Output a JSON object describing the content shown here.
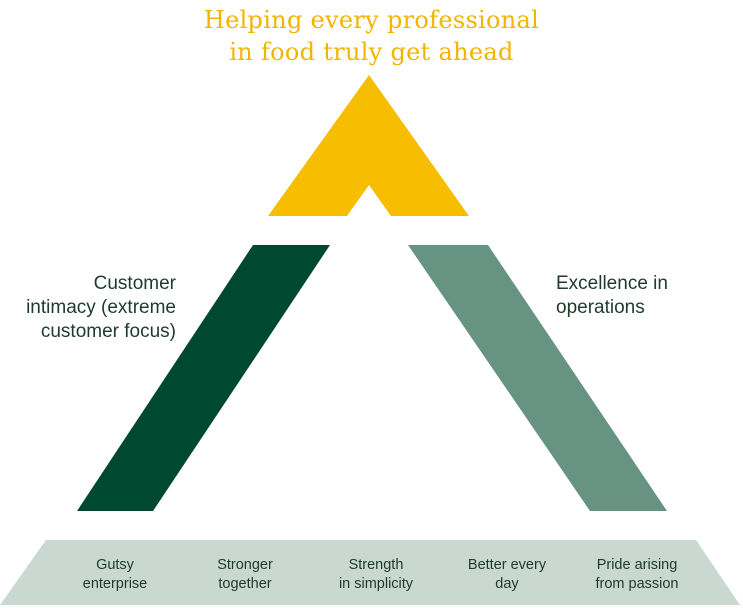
{
  "title": {
    "line1": "Helping every professional",
    "line2": "in food truly get ahead"
  },
  "pillars": {
    "left": {
      "line1": "Customer",
      "line2": "intimacy (extreme",
      "line3": "customer focus)"
    },
    "right": {
      "line1": "Excellence in",
      "line2": "operations"
    }
  },
  "values": [
    {
      "line1": "Gutsy",
      "line2": "enterprise"
    },
    {
      "line1": "Stronger",
      "line2": "together"
    },
    {
      "line1": "Strength",
      "line2": "in simplicity"
    },
    {
      "line1": "Better every",
      "line2": "day"
    },
    {
      "line1": "Pride arising",
      "line2": "from passion"
    }
  ],
  "colors": {
    "apex": "#f7bd00",
    "left_pillar": "#004830",
    "right_pillar": "#669382",
    "foundation": "#c9d8d0",
    "title": "#f3b400"
  }
}
